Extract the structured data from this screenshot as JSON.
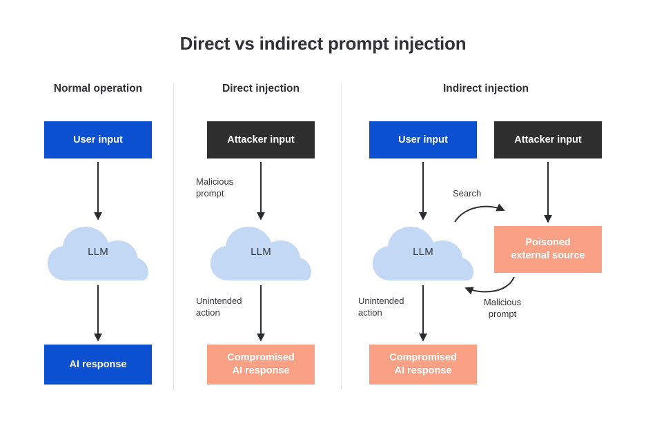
{
  "title": "Direct vs indirect prompt injection",
  "colors": {
    "background": "#ffffff",
    "blue": "#0B50D0",
    "dark": "#2E2E2E",
    "salmon": "#F9A085",
    "cloud": "#C3D8F5",
    "text_dark": "#303134",
    "arrow": "#2b2c2e",
    "divider": "#e3e4e6"
  },
  "columns": [
    {
      "id": "normal-operation",
      "heading": "Normal operation",
      "nodes": {
        "input": "User input",
        "model": "LLM",
        "output": "AI response"
      },
      "edge_labels": []
    },
    {
      "id": "direct-injection",
      "heading": "Direct injection",
      "nodes": {
        "input": "Attacker input",
        "model": "LLM",
        "output": "Compromised AI response",
        "output_line1": "Compromised",
        "output_line2": "AI response"
      },
      "edge_labels": [
        {
          "id": "malicious-prompt",
          "line1": "Malicious",
          "line2": "prompt"
        },
        {
          "id": "unintended-action",
          "line1": "Unintended",
          "line2": "action"
        }
      ]
    },
    {
      "id": "indirect-injection",
      "heading": "Indirect injection",
      "nodes": {
        "user_input": "User input",
        "attacker_input": "Attacker input",
        "model": "LLM",
        "poisoned_line1": "Poisoned",
        "poisoned_line2": "external source",
        "output_line1": "Compromised",
        "output_line2": "AI response"
      },
      "edge_labels": [
        {
          "id": "search",
          "line1": "Search",
          "line2": ""
        },
        {
          "id": "malicious-prompt",
          "line1": "Malicious",
          "line2": "prompt"
        },
        {
          "id": "unintended-action",
          "line1": "Unintended",
          "line2": "action"
        }
      ]
    }
  ]
}
